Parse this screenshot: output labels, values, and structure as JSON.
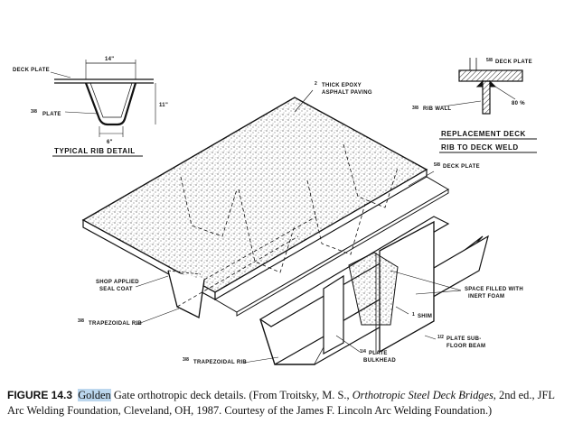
{
  "labels": {
    "deck_plate": "DECK PLATE",
    "rib_width": "14\"",
    "rib_height": "11\"",
    "rib_bottom": "6\"",
    "rib_plate": "PLATE",
    "rib_plate_frac": "3/8",
    "typical_rib_detail": "TYPICAL RIB DETAIL",
    "epoxy_line1": "THICK EPOXY",
    "epoxy_line2": "ASPHALT PAVING",
    "epoxy_frac": "2",
    "replacement_line1": "REPLACEMENT DECK",
    "replacement_line2": "RIB TO DECK WELD",
    "top_deck_plate": "DECK PLATE",
    "top_deck_frac": "5/8",
    "rib_wall": "RIB WALL",
    "rib_wall_frac": "3/8",
    "weld_pct": "80 %",
    "main_deck_plate": "DECK PLATE",
    "main_deck_frac": "5/8",
    "shop_applied_1": "SHOP APPLIED",
    "shop_applied_2": "SEAL COAT",
    "trap_rib_1": "TRAPEZOIDAL RIB",
    "trap_rib_1_frac": "3/8",
    "trap_rib_2": "TRAPEZOIDAL RIB",
    "trap_rib_2_frac": "3/8",
    "space_filled_1": "SPACE FILLED WITH",
    "space_filled_2": "INERT FOAM",
    "shim": "SHIM",
    "shim_frac": "1",
    "plate_sub_1": "PLATE SUB-",
    "plate_sub_2": "FLOOR BEAM",
    "plate_sub_frac": "1/2",
    "bulkhead_1": "PLATE",
    "bulkhead_2": "BULKHEAD",
    "bulkhead_frac": "1/4"
  },
  "caption": {
    "figure_number": "FIGURE 14.3",
    "highlight": "Golden",
    "text_1": " Gate orthotropic deck details. (From Troitsky, M. S., ",
    "italic": "Orthotropic Steel Deck Bridges",
    "text_2": ", 2nd ed., JFL Arc Welding Foundation, Cleveland, OH, 1987. Courtesy of the James F. Lincoln Arc Welding Foundation.)"
  }
}
